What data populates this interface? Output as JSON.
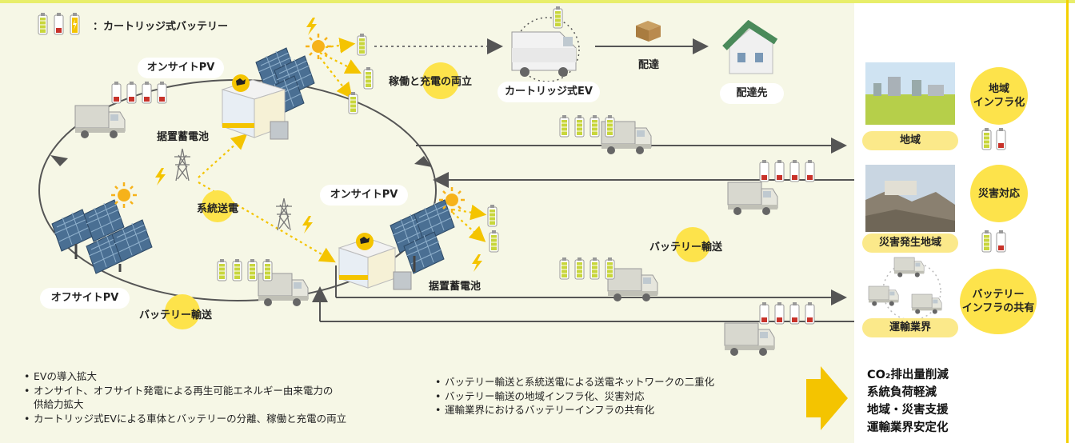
{
  "legend": {
    "text": "：カートリッジ式バッテリー"
  },
  "labels": {
    "onsite_pv_top": "オンサイトPV",
    "onsite_pv_mid": "オンサイトPV",
    "offsite_pv": "オフサイトPV",
    "storage_top": "据置蓄電池",
    "storage_bottom": "据置蓄電池",
    "grid_transmission": "系統送電",
    "battery_transport_left": "バッテリー輸送",
    "battery_transport_right": "バッテリー輸送",
    "operation_charging": "稼働と充電の両立",
    "cartridge_ev": "カートリッジ式EV",
    "delivery": "配達",
    "delivery_destination": "配達先"
  },
  "right_panel": {
    "region": {
      "label": "地域",
      "badge_line1": "地域",
      "badge_line2": "インフラ化"
    },
    "disaster": {
      "label": "災害発生地域",
      "badge": "災害対応"
    },
    "transport": {
      "label": "運輸業界",
      "badge_line1": "バッテリー",
      "badge_line2": "インフラの共有"
    }
  },
  "bullets_left": [
    "EVの導入拡大",
    "オンサイト、オフサイト発電による再生可能エネルギー由来電力の",
    "供給力拡大",
    "カートリッジ式EVによる車体とバッテリーの分離、稼働と充電の両立"
  ],
  "bullets_right": [
    "バッテリー輸送と系統送電による送電ネットワークの二重化",
    "バッテリー輸送の地域インフラ化、災害対応",
    "運輸業界におけるバッテリーインフラの共有化"
  ],
  "benefits": [
    "CO₂排出量削減",
    "系統負荷軽減",
    "地域・災害支援",
    "運輸業界安定化"
  ],
  "colors": {
    "background": "#f6f7e6",
    "accent_yellow": "#fde34b",
    "arrow_gray": "#555555",
    "battery_green": "#c8d63c",
    "battery_red": "#c8322a"
  }
}
